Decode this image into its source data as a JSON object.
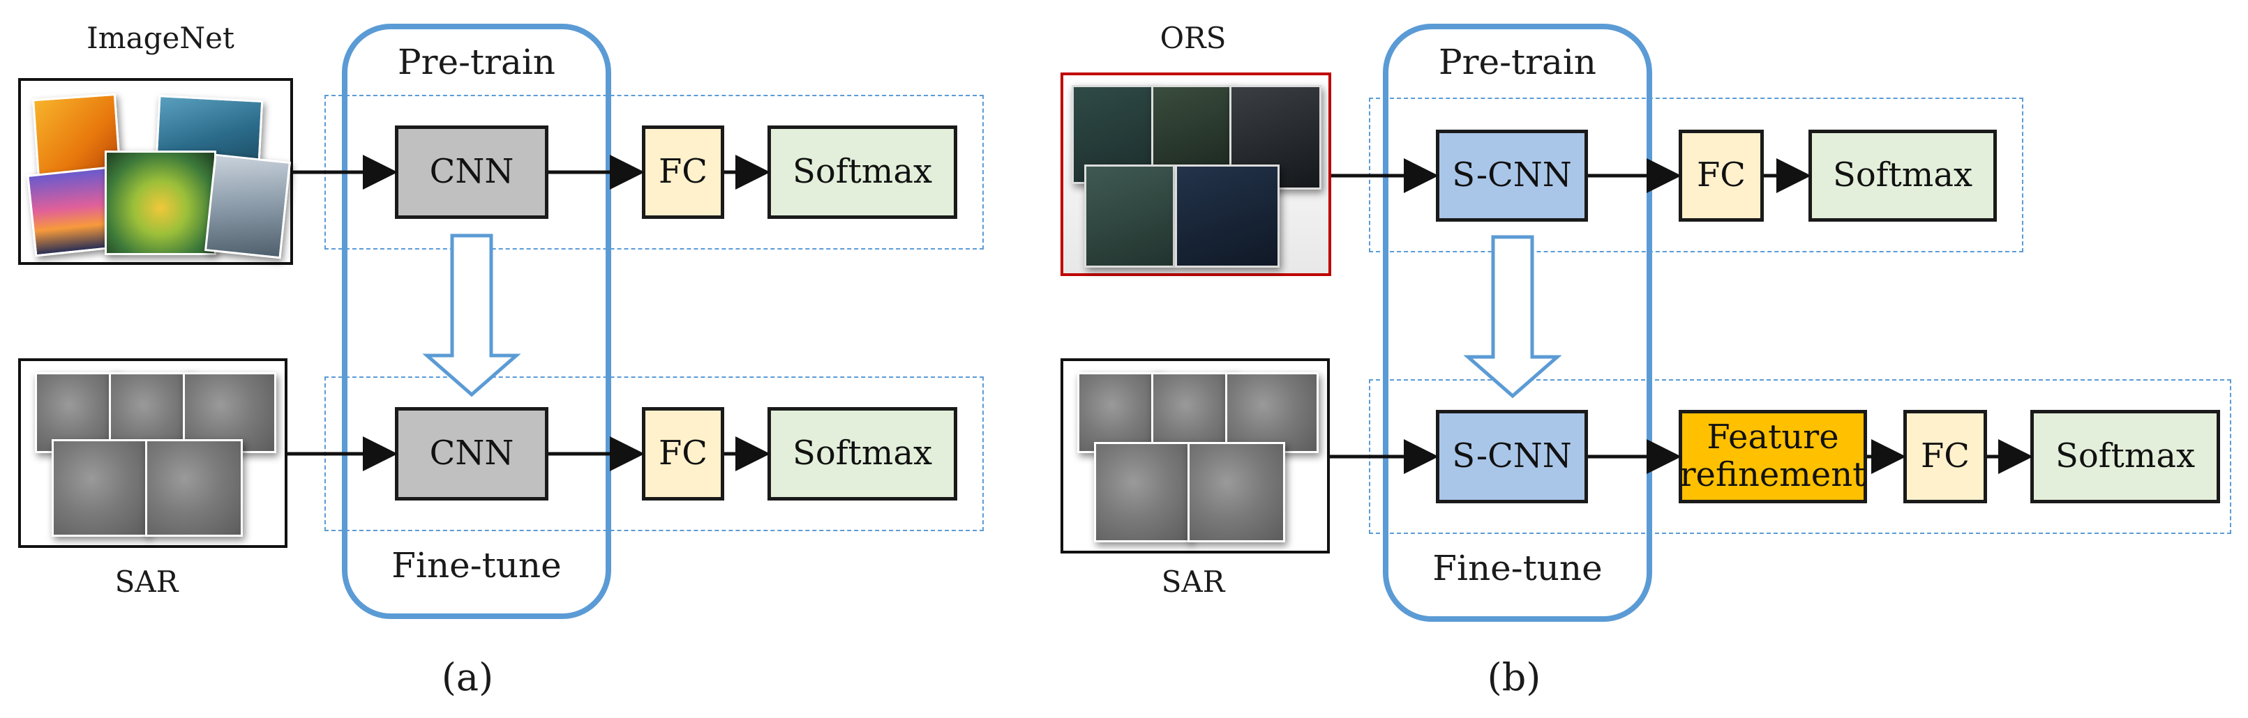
{
  "panel_a": {
    "source_top": "ImageNet",
    "source_bottom": "SAR",
    "pretrain": "Pre-train",
    "finetune": "Fine-tune",
    "top_row": [
      "CNN",
      "FC",
      "Softmax"
    ],
    "bottom_row": [
      "CNN",
      "FC",
      "Softmax"
    ],
    "caption": "(a)"
  },
  "panel_b": {
    "source_top": "ORS",
    "source_bottom": "SAR",
    "pretrain": "Pre-train",
    "finetune": "Fine-tune",
    "top_row": [
      "S-CNN",
      "FC",
      "Softmax"
    ],
    "bottom_row": [
      "S-CNN",
      "Feature refinement",
      "FC",
      "Softmax"
    ],
    "caption": "(b)"
  },
  "colors": {
    "cnn": "#c0c0c0",
    "scnn": "#a9c6e8",
    "fc": "#fff1cc",
    "softmax": "#e3efda",
    "refinement": "#ffc000",
    "frame_blue": "#5b9bd5",
    "ors_border": "#c00000"
  }
}
